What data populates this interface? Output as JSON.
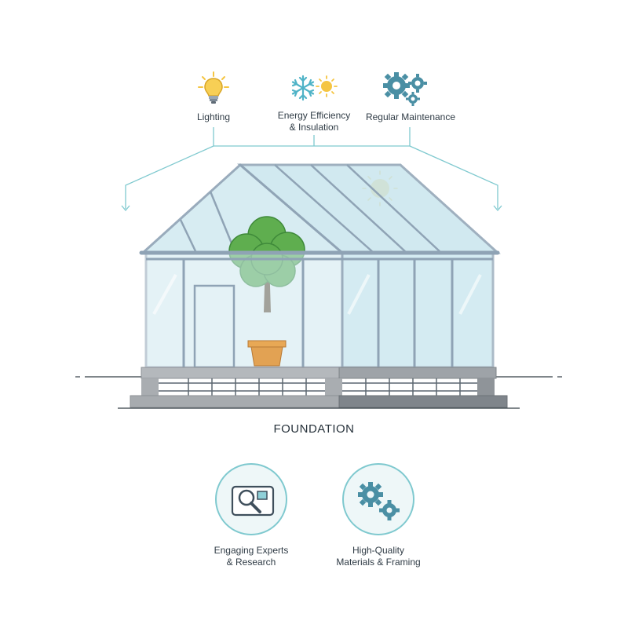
{
  "top_features": [
    {
      "label": "Lighting",
      "icon": "lightbulb-icon"
    },
    {
      "label_line1": "Energy Efficiency",
      "label_line2": "& Insulation",
      "icon": "snowflake-sun-icon"
    },
    {
      "label": "Regular Maintenance",
      "icon": "gears-icon"
    }
  ],
  "foundation_label": "FOUNDATION",
  "bottom_features": [
    {
      "label_line1": "Engaging Experts",
      "label_line2": "& Research",
      "icon": "magnifier-document-icon"
    },
    {
      "label_line1": "High-Quality",
      "label_line2": "Materials & Framing",
      "icon": "gears-icon"
    }
  ],
  "colors": {
    "accent_teal": "#7fc9cf",
    "glass": "#cfe9f0",
    "frame": "#8fa3b5",
    "foliage": "#5fae4f",
    "pot": "#e2a253",
    "concrete": "#a9adb1",
    "bulb": "#f5c542",
    "snowflake": "#4fb3c7",
    "gear": "#4a8fa4"
  }
}
